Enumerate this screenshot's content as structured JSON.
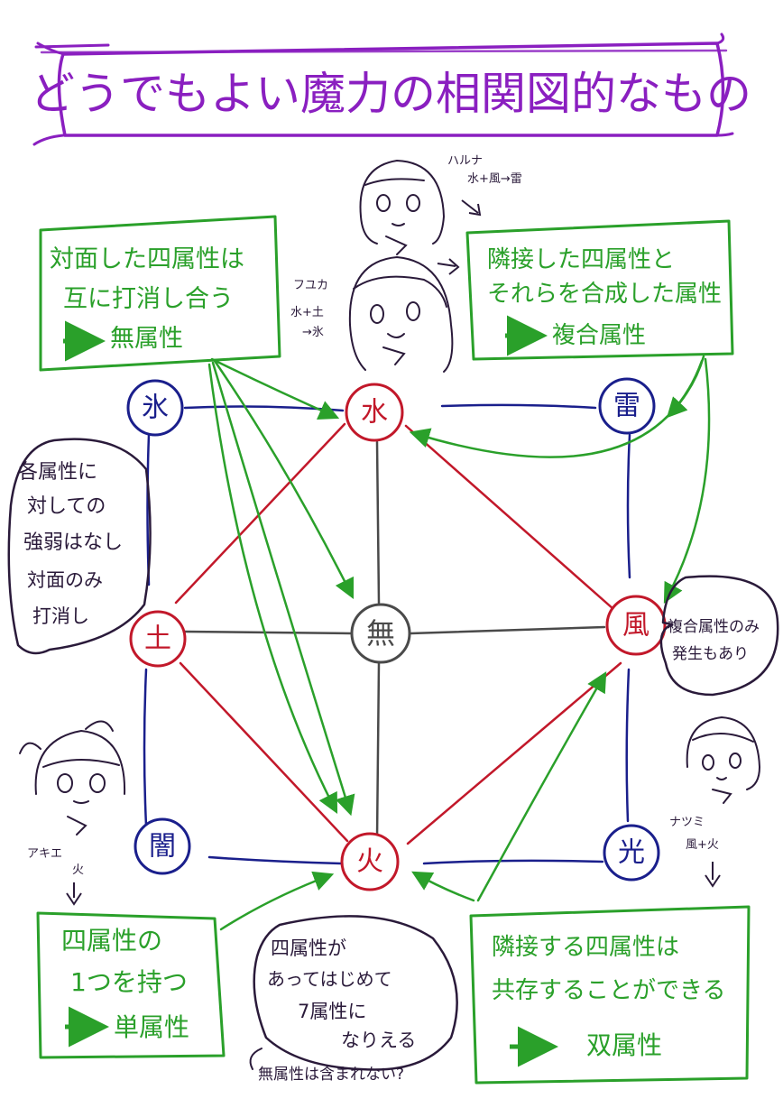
{
  "title": "どうでもよい魔力の相関図的なもの",
  "colors": {
    "title_frame": "#8a1fc0",
    "green": "#2aa02a",
    "red": "#c2182a",
    "blue": "#1a1f8c",
    "gray": "#4a4a4a",
    "dark": "#2a1a3a"
  },
  "nodes": {
    "ice": "氷",
    "water": "水",
    "thunder": "雷",
    "earth": "土",
    "none": "無",
    "wind": "風",
    "dark": "闇",
    "fire": "火",
    "light": "光"
  },
  "boxes": {
    "top_left": {
      "line1": "対面した四属性は",
      "line2": "互に打消し合う",
      "result": "無属性"
    },
    "top_right": {
      "line1": "隣接した四属性と",
      "line2": "それらを合成した属性",
      "result": "複合属性"
    },
    "bottom_left": {
      "line1": "四属性の",
      "line2": "1つを持つ",
      "result": "単属性"
    },
    "bottom_right": {
      "line1": "隣接する四属性は",
      "line2": "共存することができる",
      "result": "双属性"
    }
  },
  "bubbles": {
    "left": [
      "各属性に",
      "対しての",
      "強弱はなし",
      "対面のみ",
      "打消し"
    ],
    "right": [
      "複合属性のみ",
      "発生もあり"
    ],
    "bottom": [
      "四属性が",
      "あってはじめて",
      "7属性に",
      "なりえる"
    ]
  },
  "notes": {
    "haruna_name": "ハルナ",
    "haruna_formula": "水+風→雷",
    "fuyuka_name": "フユカ",
    "fuyuka_formula1": "水+土",
    "fuyuka_formula2": "→氷",
    "akie_name": "アキエ",
    "akie_attr": "火",
    "natsumi_name": "ナツミ",
    "natsumi_formula": "風+火",
    "footnote": "無属性は含まれない?"
  }
}
